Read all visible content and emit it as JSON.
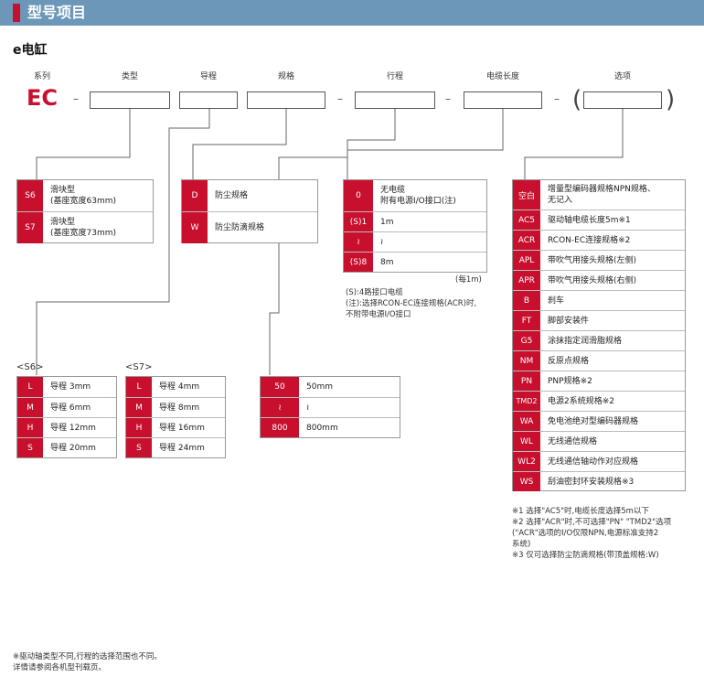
{
  "header": {
    "title": "型号项目"
  },
  "page_title": "e电缸",
  "columns": {
    "series": "系列",
    "type": "类型",
    "lead": "导程",
    "spec": "规格",
    "stroke": "行程",
    "cable": "电缆长度",
    "options": "选项"
  },
  "series_code": "EC",
  "dash": "–",
  "paren_open": "(",
  "paren_close": ")",
  "type_items": [
    {
      "code": "S6",
      "desc": "滑块型\n(基座宽度63mm)"
    },
    {
      "code": "S7",
      "desc": "滑块型\n(基座宽度73mm)"
    }
  ],
  "spec_items": [
    {
      "code": "D",
      "desc": "防尘规格"
    },
    {
      "code": "W",
      "desc": "防尘防滴规格"
    }
  ],
  "cable_items": [
    {
      "code": "0",
      "desc": "无电缆\n附有电源I/O接口(注)"
    },
    {
      "code": "(S)1",
      "desc": "1m"
    },
    {
      "code": "≀",
      "desc": "≀"
    },
    {
      "code": "(S)8",
      "desc": "8m"
    }
  ],
  "cable_unit": "(每1m)",
  "cable_notes": "(S):4路接口电缆\n(注):选择RCON-EC连接规格(ACR)时,\n       不附带电源I/O接口",
  "lead_s6_title": "<S6>",
  "lead_s6_items": [
    {
      "code": "L",
      "desc": "导程 3mm"
    },
    {
      "code": "M",
      "desc": "导程 6mm"
    },
    {
      "code": "H",
      "desc": "导程 12mm"
    },
    {
      "code": "S",
      "desc": "导程 20mm"
    }
  ],
  "lead_s7_title": "<S7>",
  "lead_s7_items": [
    {
      "code": "L",
      "desc": "导程 4mm"
    },
    {
      "code": "M",
      "desc": "导程 8mm"
    },
    {
      "code": "H",
      "desc": "导程 16mm"
    },
    {
      "code": "S",
      "desc": "导程 24mm"
    }
  ],
  "stroke_items": [
    {
      "code": "50",
      "desc": "50mm"
    },
    {
      "code": "≀",
      "desc": "≀"
    },
    {
      "code": "800",
      "desc": "800mm"
    }
  ],
  "option_items": [
    {
      "code": "空白",
      "desc": "增量型编码器规格NPN规格、\n无记入"
    },
    {
      "code": "AC5",
      "desc": "驱动轴电缆长度5m※1"
    },
    {
      "code": "ACR",
      "desc": "RCON-EC连接规格※2"
    },
    {
      "code": "APL",
      "desc": "带吹气用接头规格(左侧)"
    },
    {
      "code": "APR",
      "desc": "带吹气用接头规格(右侧)"
    },
    {
      "code": "B",
      "desc": "刹车"
    },
    {
      "code": "FT",
      "desc": "脚部安装件"
    },
    {
      "code": "G5",
      "desc": "涂抹指定润滑脂规格"
    },
    {
      "code": "NM",
      "desc": "反原点规格"
    },
    {
      "code": "PN",
      "desc": "PNP规格※2"
    },
    {
      "code": "TMD2",
      "desc": "电源2系统规格※2"
    },
    {
      "code": "WA",
      "desc": "免电池绝对型编码器规格"
    },
    {
      "code": "WL",
      "desc": "无线通信规格"
    },
    {
      "code": "WL2",
      "desc": "无线通信轴动作对应规格"
    },
    {
      "code": "WS",
      "desc": "刮油密封环安装规格※3"
    }
  ],
  "option_notes": "※1 选择\"AC5\"时,电缆长度选择5m以下\n※2 选择\"ACR\"时,不可选择\"PN\" \"TMD2\"选项\n   (\"ACR\"选项的I/O仅限NPN,电源标准支持2\n   系统)\n※3 仅可选择防尘防滴规格(带顶盖规格:W)",
  "footer_note": "※驱动轴类型不同,行程的选择范围也不同。\n   详情请参阅各机型刊载页。",
  "colors": {
    "accent": "#c8102e",
    "header": "#6c97b8"
  }
}
